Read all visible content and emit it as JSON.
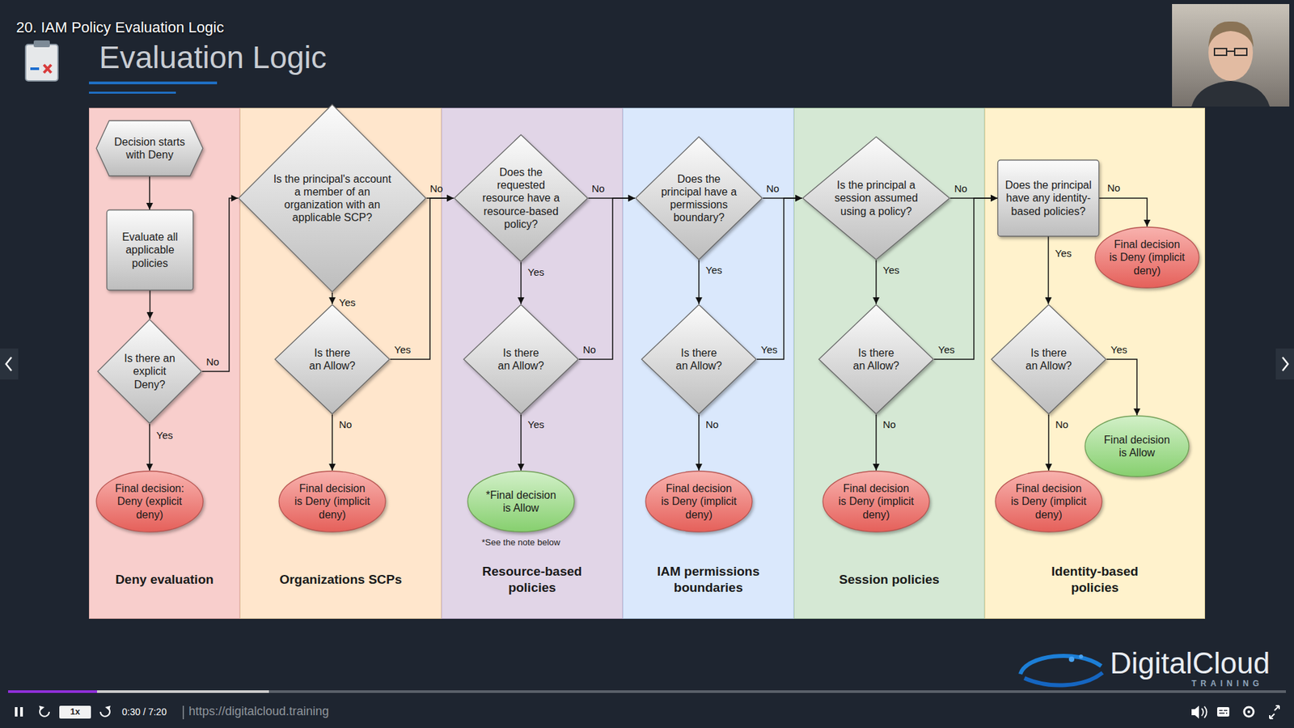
{
  "diagram": {
    "title": "20. IAM Policy Evaluation Logic",
    "nodes": [
      {
        "text": [
          "Deny evaluation"
        ]
      },
      {
        "text": [
          "Decision starts with Deny"
        ],
        "in": 0
      },
      {
        "text": [
          "Evaluate all applicable policies"
        ],
        "in": 0
      },
      {
        "text": [
          "Is there an explicit Deny?"
        ],
        "in": 0
      },
      {
        "text": [
          "Final decision: Deny (explicit deny)"
        ],
        "in": 0
      },
      {
        "text": [
          "Organizations SCPs"
        ]
      },
      {
        "text": [
          "Is the principal's account a member of an organization with an applicable SCP?"
        ],
        "in": 5
      },
      {
        "text": [
          "Is there an Allow?"
        ],
        "in": 5
      },
      {
        "text": [
          "Final decision is Deny (implicit deny)"
        ],
        "in": 5
      },
      {
        "text": [
          "Resource-based policies"
        ]
      },
      {
        "text": [
          "Does the requested resource have a resource-based policy?"
        ],
        "in": 9
      },
      {
        "text": [
          "Is there an Allow?"
        ],
        "in": 9
      },
      {
        "text": [
          "*Final decision is Allow"
        ],
        "in": 9
      },
      {
        "text": [
          "IAM permissions boundaries"
        ]
      },
      {
        "text": [
          "Does the principal have a permissions boundary?"
        ],
        "in": 13
      },
      {
        "text": [
          "Is there an Allow?"
        ],
        "in": 13
      },
      {
        "text": [
          "Final decision is Deny (implicit deny)"
        ],
        "in": 13
      },
      {
        "text": [
          "Session policies"
        ]
      },
      {
        "text": [
          "Is the principal a session assumed using a policy?"
        ],
        "in": 17
      },
      {
        "text": [
          "Is there an Allow?"
        ],
        "in": 17
      },
      {
        "text": [
          "Final decision is Deny (implicit deny)"
        ],
        "in": 17
      },
      {
        "text": [
          "Identity-based policies"
        ]
      },
      {
        "text": [
          "Does the principal have any identity-based policies?"
        ],
        "in": 21
      },
      {
        "text": [
          "Final decision is Deny (implicit deny)"
        ],
        "in": 21
      },
      {
        "text": [
          "Is there an Allow?"
        ],
        "in": 21
      },
      {
        "text": [
          "Final decision is Allow"
        ],
        "in": 21
      },
      {
        "text": [
          "Final decision is Deny (implicit deny)"
        ],
        "in": 21
      }
    ],
    "edges": [
      {
        "from": 1,
        "to": 2,
        "arrow": "to"
      },
      {
        "from": 2,
        "to": 3,
        "arrow": "to"
      },
      {
        "from": 3,
        "to": 4,
        "label": "Yes",
        "arrow": "to"
      },
      {
        "from": 3,
        "to": 6,
        "label": "No",
        "arrow": "to"
      },
      {
        "from": 6,
        "to": 7,
        "label": "Yes",
        "arrow": "to"
      },
      {
        "from": 6,
        "to": 10,
        "label": "No",
        "arrow": "to"
      },
      {
        "from": 7,
        "to": 8,
        "label": "No",
        "arrow": "to"
      },
      {
        "from": 7,
        "to": 10,
        "label": "Yes",
        "arrow": "to"
      },
      {
        "from": 10,
        "to": 11,
        "label": "Yes",
        "arrow": "to"
      },
      {
        "from": 10,
        "to": 14,
        "label": "No",
        "arrow": "to"
      },
      {
        "from": 11,
        "to": 12,
        "label": "Yes",
        "arrow": "to"
      },
      {
        "from": 11,
        "to": 14,
        "label": "No",
        "arrow": "to"
      },
      {
        "from": 14,
        "to": 15,
        "label": "Yes",
        "arrow": "to"
      },
      {
        "from": 14,
        "to": 18,
        "label": "No",
        "arrow": "to"
      },
      {
        "from": 15,
        "to": 16,
        "label": "No",
        "arrow": "to"
      },
      {
        "from": 15,
        "to": 18,
        "label": "Yes",
        "arrow": "to"
      },
      {
        "from": 18,
        "to": 19,
        "label": "Yes",
        "arrow": "to"
      },
      {
        "from": 18,
        "to": 22,
        "label": "No",
        "arrow": "to"
      },
      {
        "from": 19,
        "to": 20,
        "label": "No",
        "arrow": "to"
      },
      {
        "from": 19,
        "to": 22,
        "label": "Yes",
        "arrow": "to"
      },
      {
        "from": 22,
        "to": 23,
        "label": "No",
        "arrow": "to"
      },
      {
        "from": 22,
        "to": 24,
        "label": "Yes",
        "arrow": "to"
      },
      {
        "from": 24,
        "to": 25,
        "label": "Yes",
        "arrow": "to"
      },
      {
        "from": 24,
        "to": 26,
        "label": "No",
        "arrow": "to"
      }
    ],
    "labels": [
      "Evaluation Logic",
      "*See the note below",
      "DigitalCloud",
      "TRAINING",
      "https://digitalcloud.training",
      "1x",
      "0:30 / 7:20"
    ]
  }
}
